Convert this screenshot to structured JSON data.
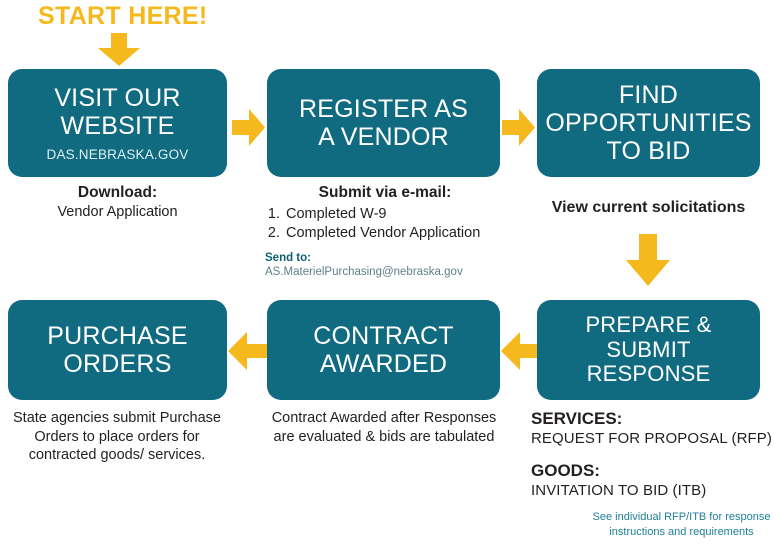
{
  "meta": {
    "kind": "process-flow-infographic",
    "colors": {
      "box_fill": "#106A80",
      "arrow_gold": "#F5B81D",
      "text_dark": "#231f20",
      "note_teal": "#1f7f99",
      "box_text": "#ffffff"
    }
  },
  "start_label": "START HERE!",
  "steps": [
    {
      "id": "visit-our-website",
      "title": "VISIT OUR\nWEBSITE",
      "subtitle": "DAS.NEBRASKA.GOV",
      "caption_heading": "Download:",
      "caption_body": "Vendor Application"
    },
    {
      "id": "register-as-a-vendor",
      "title": "REGISTER AS\nA VENDOR",
      "subtitle": "",
      "caption_heading": "Submit via e-mail:",
      "list": [
        {
          "num": "1.",
          "text": "Completed W-9"
        },
        {
          "num": "2.",
          "text": "Completed Vendor Application"
        }
      ],
      "send_to_label": "Send to:",
      "send_to_email": "AS.MaterielPurchasing@nebraska.gov"
    },
    {
      "id": "find-opportunities-to-bid",
      "title": "FIND\nOPPORTUNITIES\nTO BID",
      "subtitle": "",
      "caption_heading": "View current solicitations"
    },
    {
      "id": "prepare-and-submit-response",
      "title": "PREPARE & SUBMIT\nRESPONSE",
      "subtitle": "",
      "services_heading": "SERVICES:",
      "services_body": "REQUEST FOR PROPOSAL (RFP)",
      "goods_heading": "GOODS:",
      "goods_body": "INVITATION TO BID (ITB)",
      "note": "See individual RFP/ITB for response instructions and requirements"
    },
    {
      "id": "contract-awarded",
      "title": "CONTRACT\nAWARDED",
      "subtitle": "",
      "caption_body": "Contract Awarded after Responses are evaluated & bids are tabulated"
    },
    {
      "id": "purchase-orders",
      "title": "PURCHASE\nORDERS",
      "subtitle": "",
      "caption_body": "State agencies submit Purchase Orders to place orders for contracted goods/ services."
    }
  ],
  "arrows": [
    {
      "id": "start-down-arrow",
      "direction": "down"
    },
    {
      "id": "website-to-register-arrow",
      "direction": "right"
    },
    {
      "id": "register-to-find-arrow",
      "direction": "right"
    },
    {
      "id": "find-to-prepare-arrow",
      "direction": "down"
    },
    {
      "id": "prepare-to-contract-arrow",
      "direction": "left"
    },
    {
      "id": "contract-to-purchase-arrow",
      "direction": "left"
    }
  ]
}
